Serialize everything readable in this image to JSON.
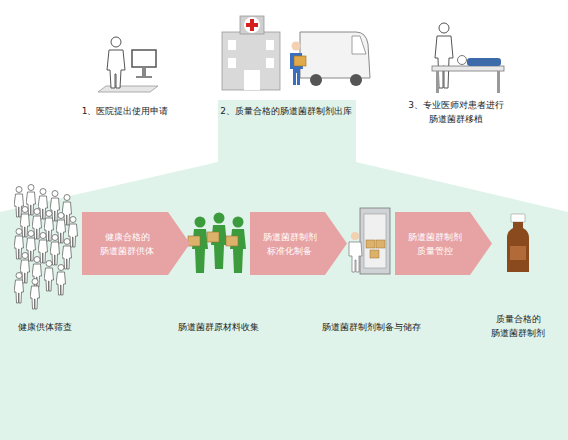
{
  "diagram": {
    "nodes": [
      {
        "text": [
          "健康合格的 肠道菌群供体"
        ]
      },
      {
        "text": [
          "肠道菌群制剂 标准化制备"
        ]
      },
      {
        "text": [
          "肠道菌群制剂 质量管控"
        ]
      }
    ],
    "labels": [
      "1、医院提出使用申请",
      "2、质量合格的肠道菌群制剂出库",
      "3、专业医师对患者进行 肠道菌群移植",
      "健康供体筛查",
      "肠道菌群原材料收集",
      "肠道菌群制剂制备与储存",
      "质量合格的 肠道菌群制剂"
    ]
  }
}
